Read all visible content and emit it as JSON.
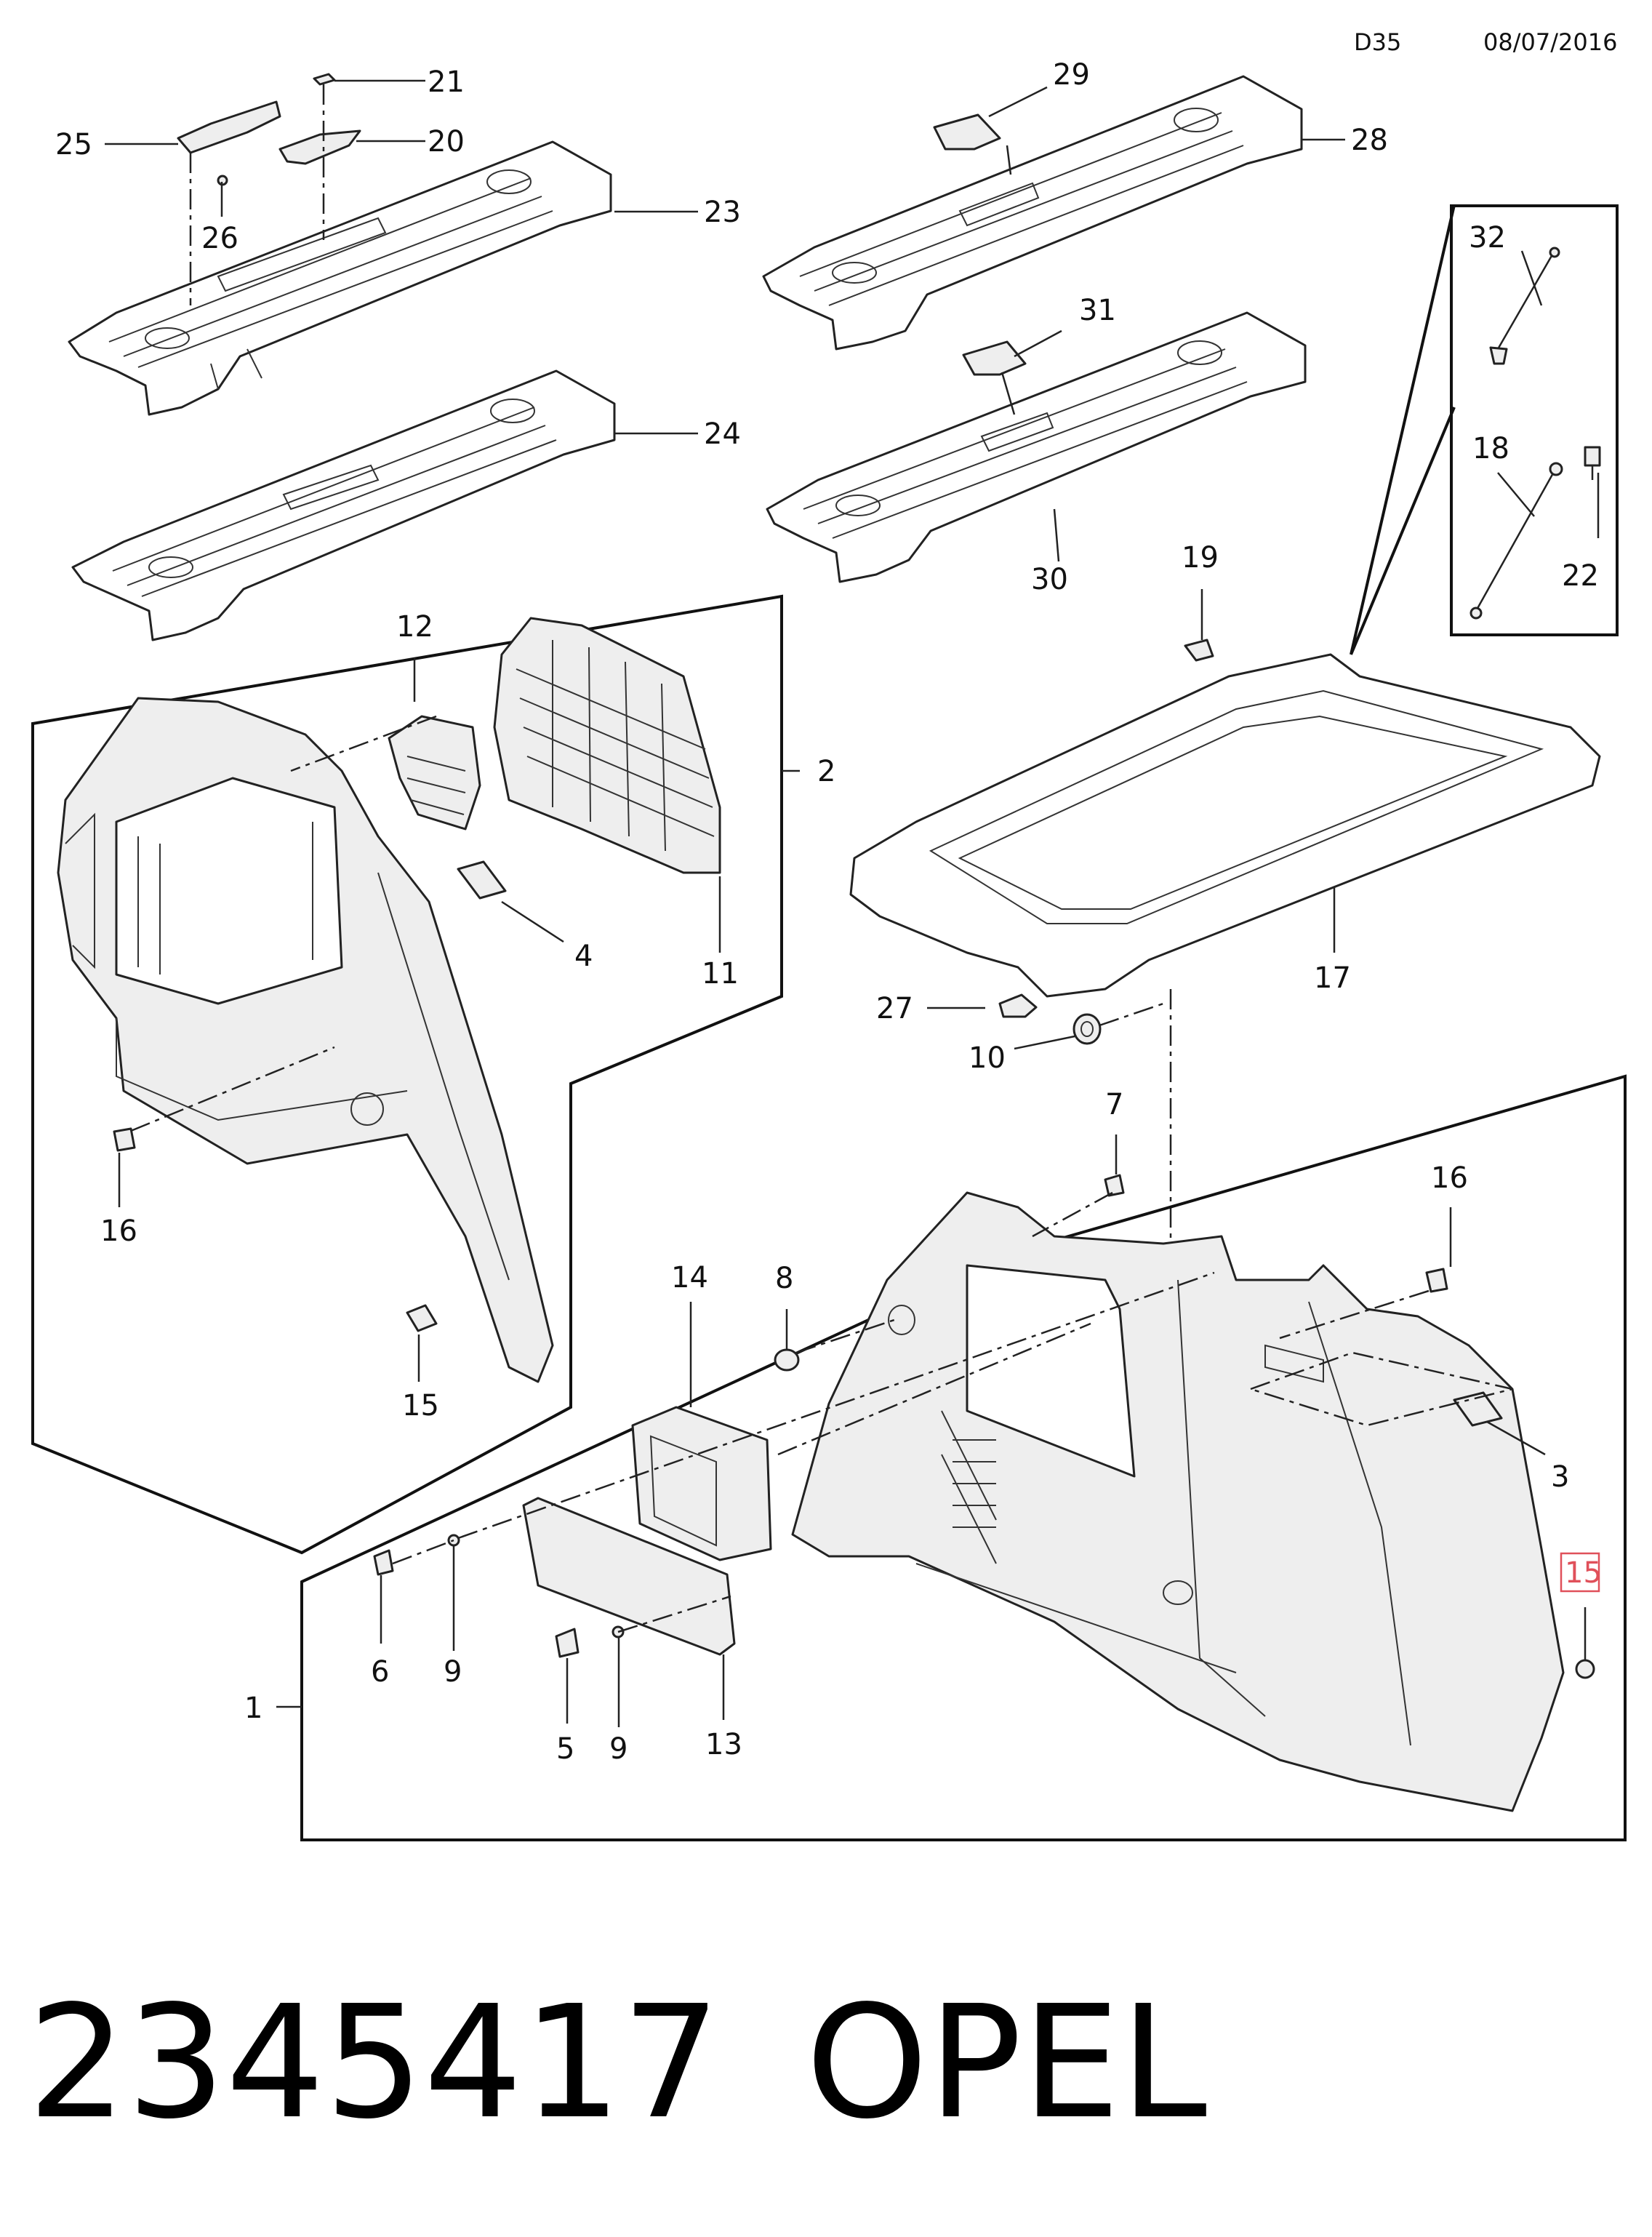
{
  "header": {
    "code": "D35",
    "date": "08/07/2016"
  },
  "footer": {
    "part_number": "2345417",
    "brand": "OPEL"
  },
  "callouts": {
    "c1": "1",
    "c2": "2",
    "c3": "3",
    "c4": "4",
    "c5": "5",
    "c6": "6",
    "c7": "7",
    "c8": "8",
    "c9a": "9",
    "c9b": "9",
    "c10": "10",
    "c11": "11",
    "c12": "12",
    "c13": "13",
    "c14": "14",
    "c15a": "15",
    "c15b": "15",
    "c16a": "16",
    "c16b": "16",
    "c17": "17",
    "c18": "18",
    "c19": "19",
    "c20": "20",
    "c21": "21",
    "c22": "22",
    "c23": "23",
    "c24": "24",
    "c25": "25",
    "c26": "26",
    "c27": "27",
    "c28": "28",
    "c29": "29",
    "c30": "30",
    "c31": "31",
    "c32": "32"
  },
  "highlight": {
    "callout": "15",
    "color": "#e0505a"
  },
  "colors": {
    "line": "#222222",
    "part_fill": "#ffffff",
    "part_shade": "#eeeeee"
  }
}
